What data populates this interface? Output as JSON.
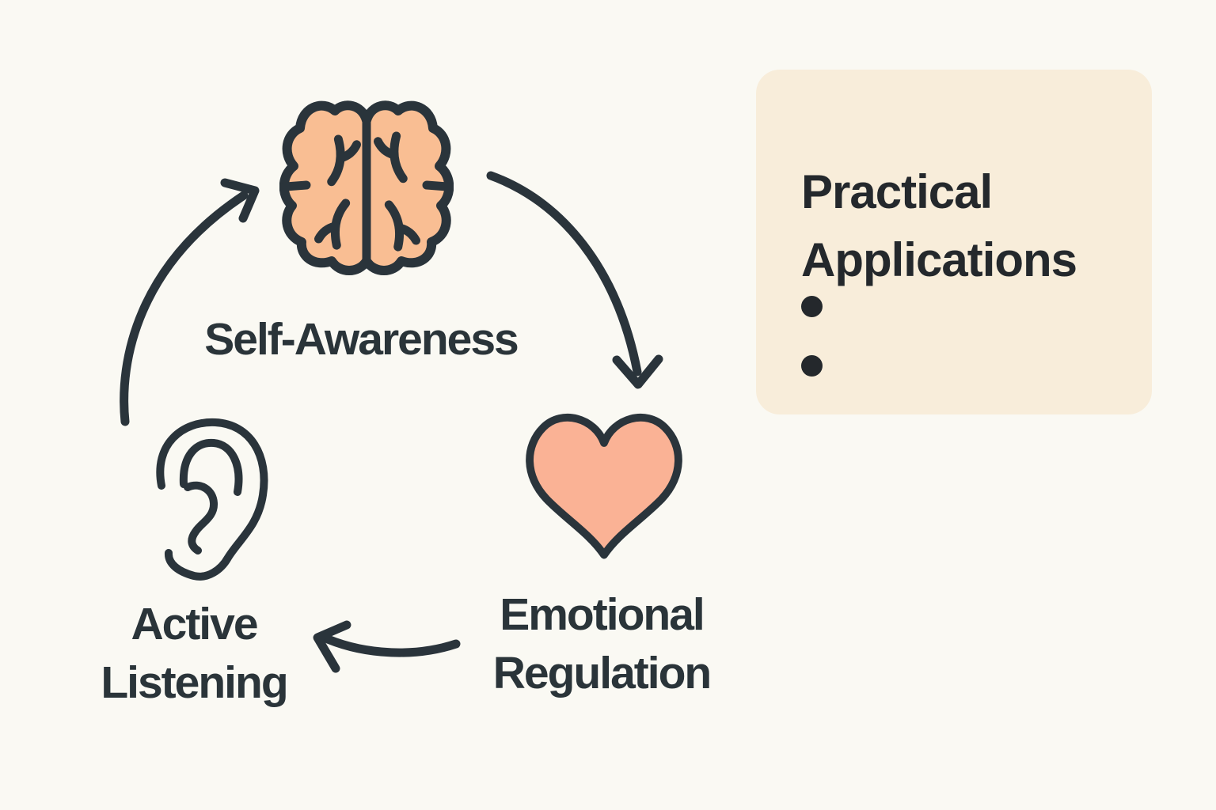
{
  "palette": {
    "background": "#FAF9F3",
    "ink": "#2A343B",
    "label_text": "#2A3439",
    "panel_background": "#F8EDDA",
    "panel_text": "#24282C",
    "brain_fill": "#F9BE93",
    "heart_fill": "#FAB295"
  },
  "cycle": {
    "nodes": [
      {
        "id": "self-awareness",
        "label": "Self-Awareness",
        "icon": "brain-icon"
      },
      {
        "id": "emotional-regulation",
        "label": "Emotional Regulation",
        "icon": "heart-icon"
      },
      {
        "id": "active-listening",
        "label": "Active Listening",
        "icon": "ear-icon"
      }
    ],
    "arrows": [
      {
        "from": "active-listening",
        "to": "self-awareness",
        "direction": "up-right curve"
      },
      {
        "from": "self-awareness",
        "to": "emotional-regulation",
        "direction": "down-right curve"
      },
      {
        "from": "emotional-regulation",
        "to": "active-listening",
        "direction": "leftward curve"
      }
    ]
  },
  "panel": {
    "title": "Practical Applications",
    "bullets": [
      "",
      ""
    ]
  }
}
